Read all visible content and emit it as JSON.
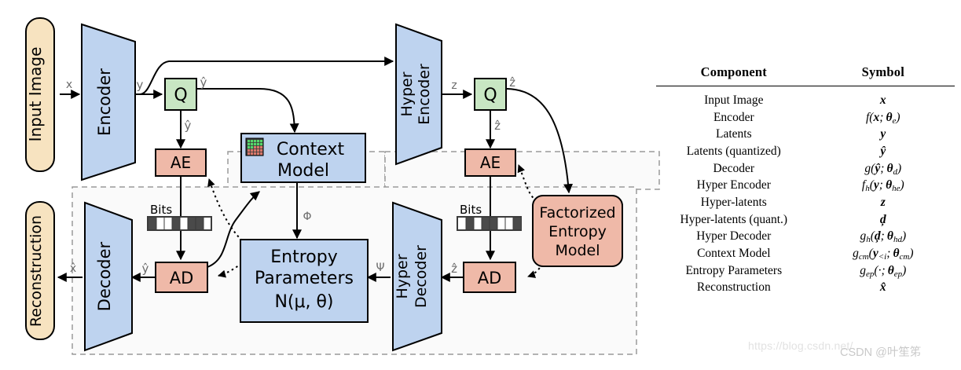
{
  "diagram": {
    "title": "Learned image compression architecture",
    "colors": {
      "blue_fill": "#bed3ef",
      "green_fill": "#c8e6c3",
      "salmon_fill": "#efb9a8",
      "cream_fill": "#f7e3c0",
      "stroke": "#000000",
      "dashed_stroke": "#9a9a9a",
      "dashed_fill": "#fafafa",
      "label_gray": "#6b6b6b"
    },
    "nodes": {
      "input_image": "Input Image",
      "encoder": "Encoder",
      "quantizer_y": "Q",
      "ae_y": "AE",
      "context_model_l1": "Context",
      "context_model_l2": "Model",
      "hyper_encoder_l1": "Hyper",
      "hyper_encoder_l2": "Encoder",
      "quantizer_z": "Q",
      "ae_z": "AE",
      "factorized_l1": "Factorized",
      "factorized_l2": "Entropy",
      "factorized_l3": "Model",
      "reconstruction": "Reconstruction",
      "decoder": "Decoder",
      "ad_y": "AD",
      "entropy_params_l1": "Entropy",
      "entropy_params_l2": "Parameters",
      "entropy_params_l3": "N(μ, θ)",
      "hyper_decoder_l1": "Hyper",
      "hyper_decoder_l2": "Decoder",
      "ad_z": "AD",
      "bits_left": "Bits",
      "bits_right": "Bits"
    },
    "edge_labels": {
      "x": "x",
      "y": "y",
      "y_hat_q_out": "ŷ",
      "y_hat_down": "ŷ",
      "z": "z",
      "z_hat_q_out": "ẑ",
      "z_hat_down": "ẑ",
      "phi": "Φ",
      "psi": "Ψ",
      "y_hat_ad": "ŷ",
      "z_hat_ad": "ẑ",
      "x_hat": "x̂"
    },
    "bits_left_pattern": [
      1,
      0,
      0,
      1,
      0,
      1,
      1,
      0
    ],
    "bits_right_pattern": [
      0,
      1,
      0,
      1,
      1,
      0,
      0,
      1
    ]
  },
  "table": {
    "headers": [
      "Component",
      "Symbol"
    ],
    "rows": [
      {
        "component": "Input Image",
        "symbol": "x"
      },
      {
        "component": "Encoder",
        "symbol": "f(x; θe)"
      },
      {
        "component": "Latents",
        "symbol": "y"
      },
      {
        "component": "Latents (quantized)",
        "symbol": "ŷ"
      },
      {
        "component": "Decoder",
        "symbol": "g(ŷ; θd)"
      },
      {
        "component": "Hyper Encoder",
        "symbol": "fh(y; θhe)"
      },
      {
        "component": "Hyper-latents",
        "symbol": "z"
      },
      {
        "component": "Hyper-latents (quant.)",
        "symbol": "ẑ"
      },
      {
        "component": "Hyper Decoder",
        "symbol": "gh(ẑ; θhd)"
      },
      {
        "component": "Context Model",
        "symbol": "gcm(y<i; θcm)"
      },
      {
        "component": "Entropy Parameters",
        "symbol": "gep(·; θep)"
      },
      {
        "component": "Reconstruction",
        "symbol": "x̂"
      }
    ]
  },
  "watermark": {
    "url": "https://blog.csdn.net/",
    "author": "CSDN @叶笙笫"
  }
}
